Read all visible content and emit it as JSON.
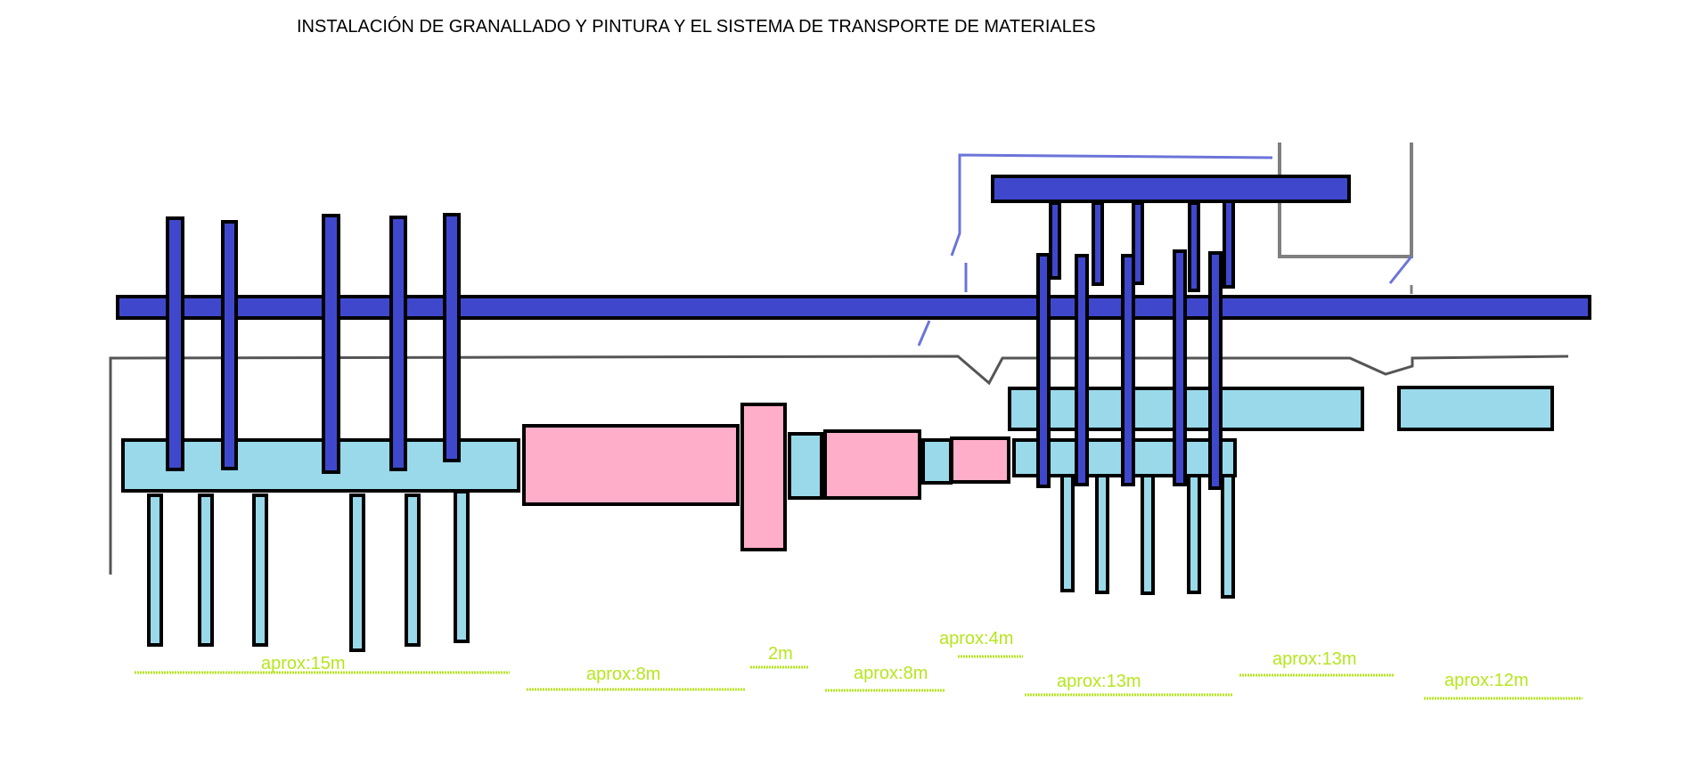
{
  "title": "INSTALACIÓN DE GRANALLADO Y PINTURA Y EL SISTEMA DE TRANSPORTE DE MATERIALES",
  "colors": {
    "rail_blue": "#3f48cc",
    "light_blue": "#99d9ea",
    "pink": "#ffaec9",
    "dimension_green": "#b5e61d",
    "sketch_gray": "#7f7f7f",
    "sketch_blue": "#6b74d9",
    "outline": "#000000"
  },
  "dimensions": [
    {
      "label": "aprox:15m"
    },
    {
      "label": "aprox:8m"
    },
    {
      "label": "2m"
    },
    {
      "label": "aprox:8m"
    },
    {
      "label": "aprox:4m"
    },
    {
      "label": "aprox:13m"
    },
    {
      "label": "aprox:13m"
    },
    {
      "label": "aprox:12m"
    }
  ]
}
